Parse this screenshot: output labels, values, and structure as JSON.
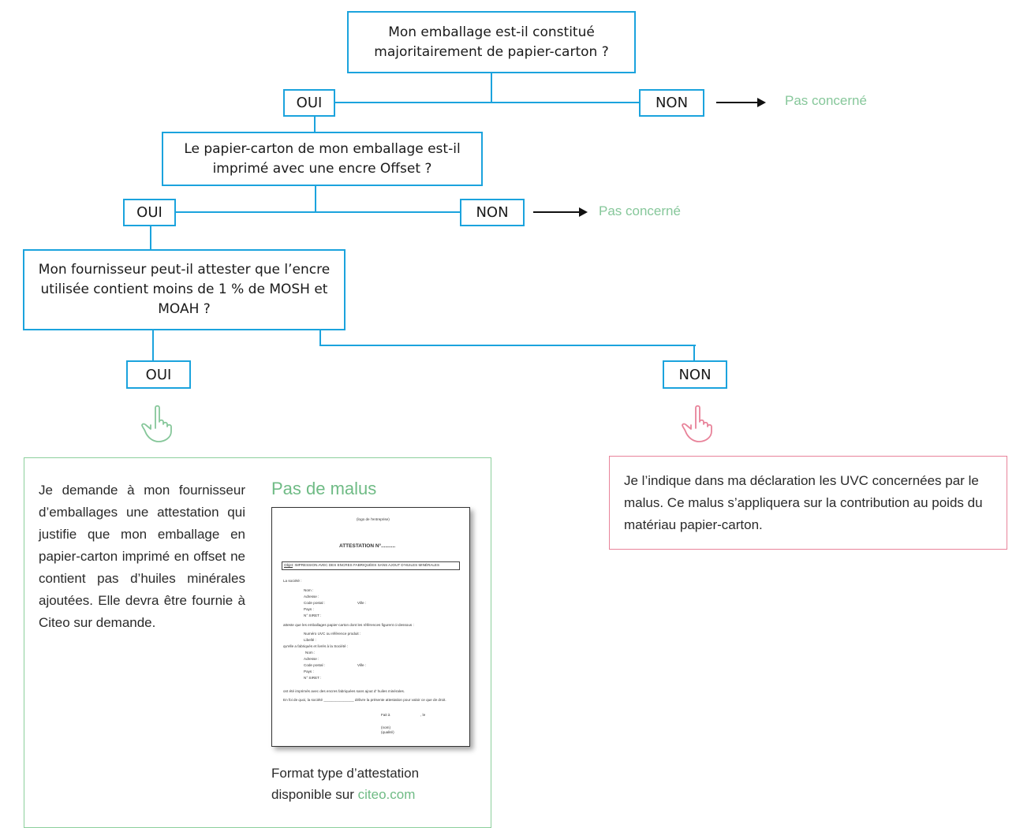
{
  "q1": "Mon emballage est-il constitué majoritairement de papier-carton ?",
  "q2": "Le papier-carton de mon emballage est-il imprimé avec une encre Offset ?",
  "q3": "Mon fournisseur peut-il attester que l’encre utilisée contient moins de 1 % de MOSH et MOAH ?",
  "oui": "OUI",
  "non": "NON",
  "not_concerned": "Pas concerné",
  "left_panel": {
    "text": "Je demande à mon fournisseur d’emballages une attestation qui justifie que mon emballage en papier-carton imprimé en offset ne contient pas d’huiles minérales ajoutées. Elle devra être fournie à Citeo sur demande.",
    "title": "Pas de malus",
    "caption_1": "Format type d’attestation",
    "caption_2": "disponible sur ",
    "caption_link": "citeo.com"
  },
  "right_panel": {
    "text": "Je l’indique dans ma déclaration les UVC concernées par le malus. Ce malus s’appliquera sur la contribution au poids du matériau papier-carton."
  },
  "attestation": {
    "logo": "(logo de l'entreprise)",
    "title": "ATTESTATION N°..........",
    "objet_label": "Objet",
    "objet_text": ": IMPRESSION AVEC DES ENCRES FABRIQUÉES SANS AJOUT D'HUILES MINÉRALES",
    "societe": "La société :",
    "f_nom": "Nom :",
    "f_adresse": "Adresse :",
    "f_cp": "Code postal :",
    "f_ville": "Ville :",
    "f_pays": "Pays :",
    "f_siret": "N° SIRET :",
    "atteste": "atteste que les emballages papier-carton dont les références figurent ci-dessous :",
    "uvc": "Numéro UVC ou référence produit :",
    "libelle": "Libellé :",
    "fabrique": "qu'elle a fabriqués et livrés  à la Société  :",
    "imprimes": "ont été imprimés avec des encres fabriquées sans ajout d' huiles minérales.",
    "foi": "En foi de quoi, la société _______________ délivre la présente attestation pour valoir ce que de droit.",
    "fait": "Fait à",
    "le": ", le",
    "nom_sig": "(nom)",
    "qualite": "(qualité)"
  },
  "colors": {
    "blue": "#1ba3dd",
    "green": "#86c79a",
    "red": "#e8839a"
  },
  "icons": [
    "arrow-right-icon",
    "hand-pointing-down-icon"
  ]
}
